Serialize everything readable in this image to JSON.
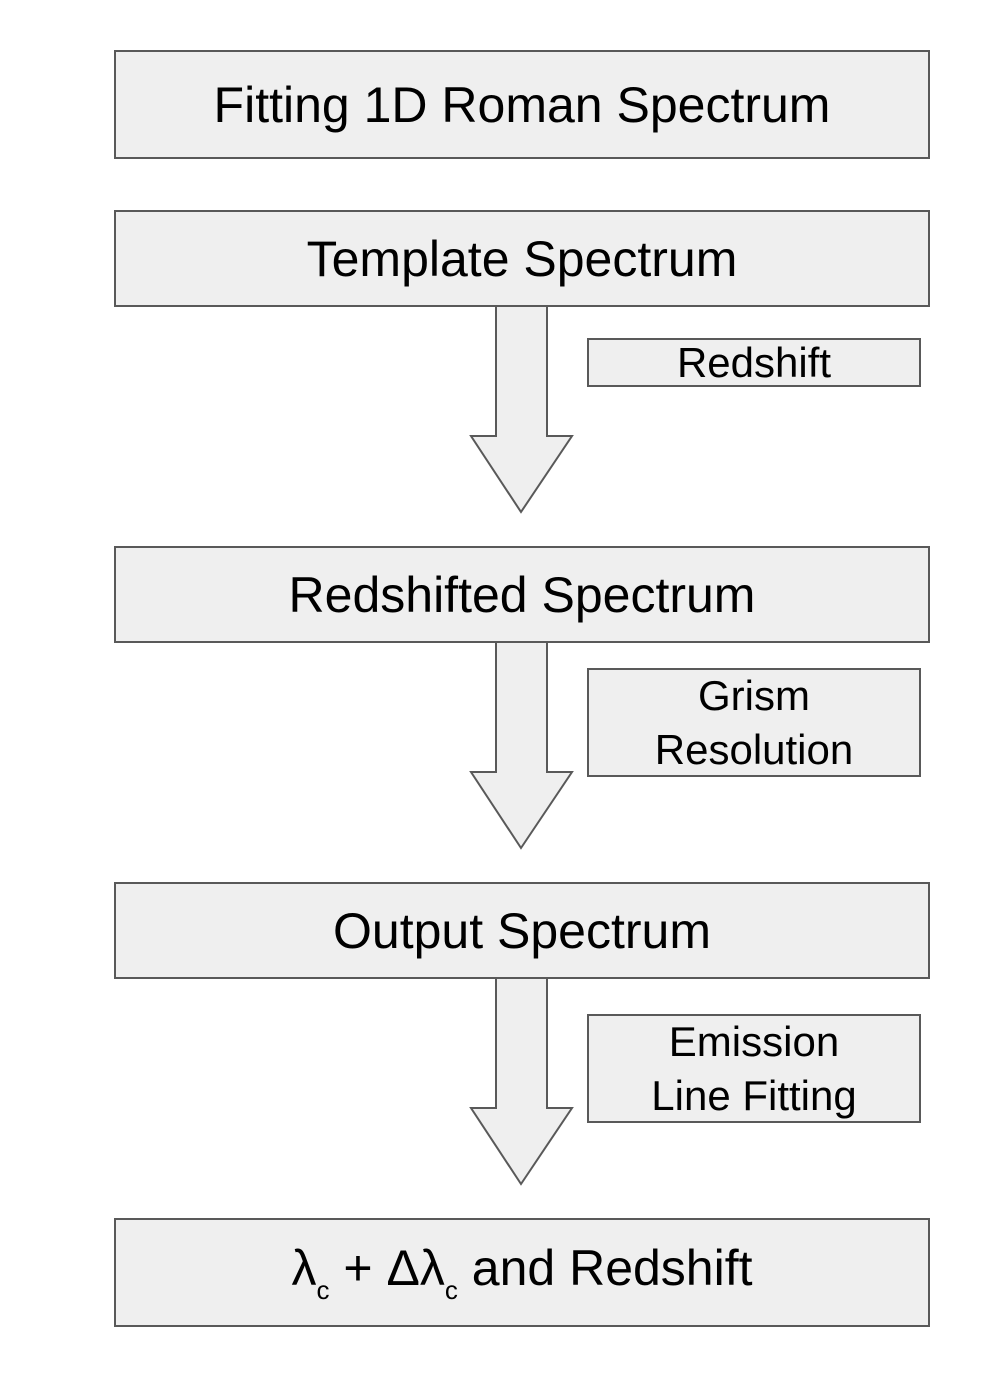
{
  "title": "Fitting 1D Roman Spectrum",
  "steps": {
    "template": "Template Spectrum",
    "redshifted": "Redshifted Spectrum",
    "output": "Output Spectrum"
  },
  "operations": {
    "redshift": "Redshift",
    "grism_line1": "Grism",
    "grism_line2": "Resolution",
    "emission_line1": "Emission",
    "emission_line2": "Line Fitting"
  },
  "result": {
    "lambda": "λ",
    "sub_c1": "c",
    "plus": " + Δλ",
    "sub_c2": "c",
    "tail": " and Redshift"
  },
  "colors": {
    "fill": "#efefef",
    "stroke": "#595959"
  }
}
